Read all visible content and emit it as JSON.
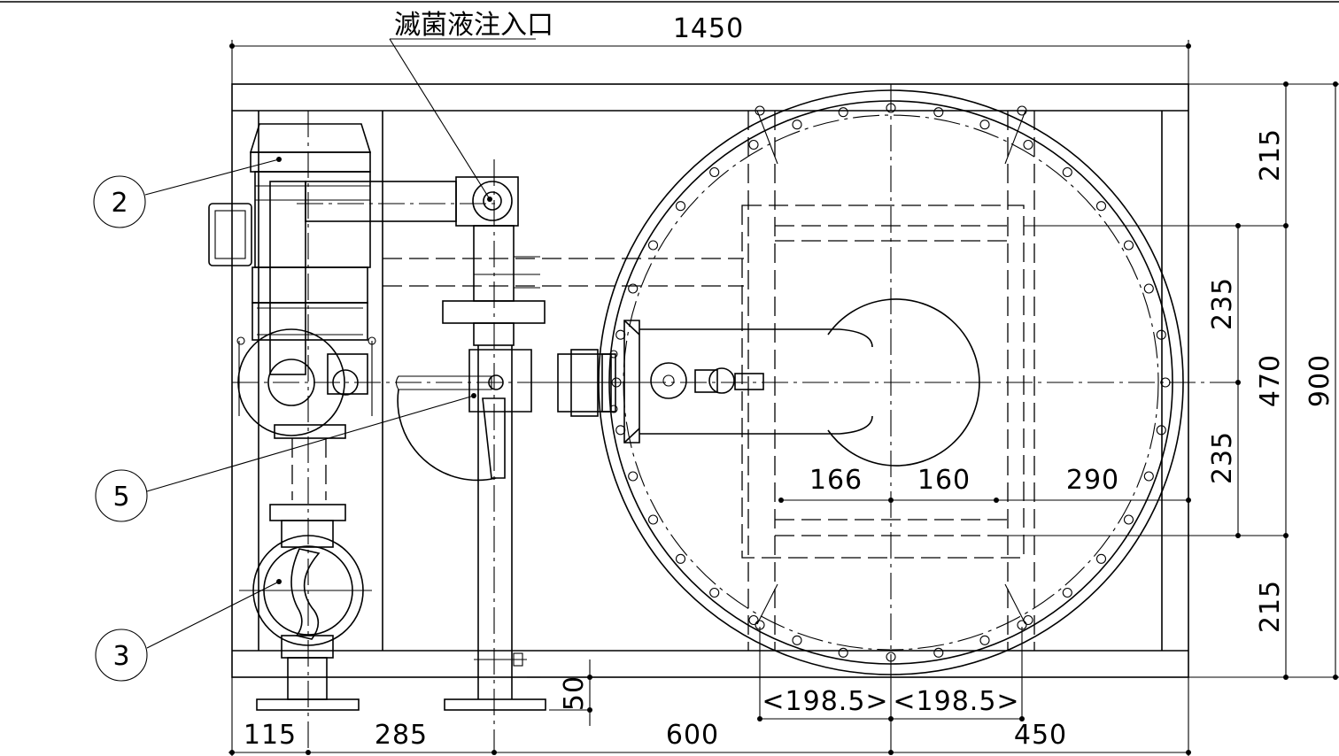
{
  "drawing": {
    "annotation": "滅菌液注入口",
    "callouts": [
      "2",
      "5",
      "3"
    ],
    "dimensions": {
      "overall_width": "1450",
      "overall_height": "900",
      "right_top": "215",
      "right_mid_upper": "235",
      "right_mid_total": "470",
      "right_mid_lower": "235",
      "right_bottom": "215",
      "bottom_1": "115",
      "bottom_2": "285",
      "bottom_3": "600",
      "bottom_4": "450",
      "inner_1": "166",
      "inner_2": "160",
      "inner_3": "290",
      "half_span_left": "<198.5>",
      "half_span_right": "<198.5>",
      "base_offset": "50"
    }
  }
}
